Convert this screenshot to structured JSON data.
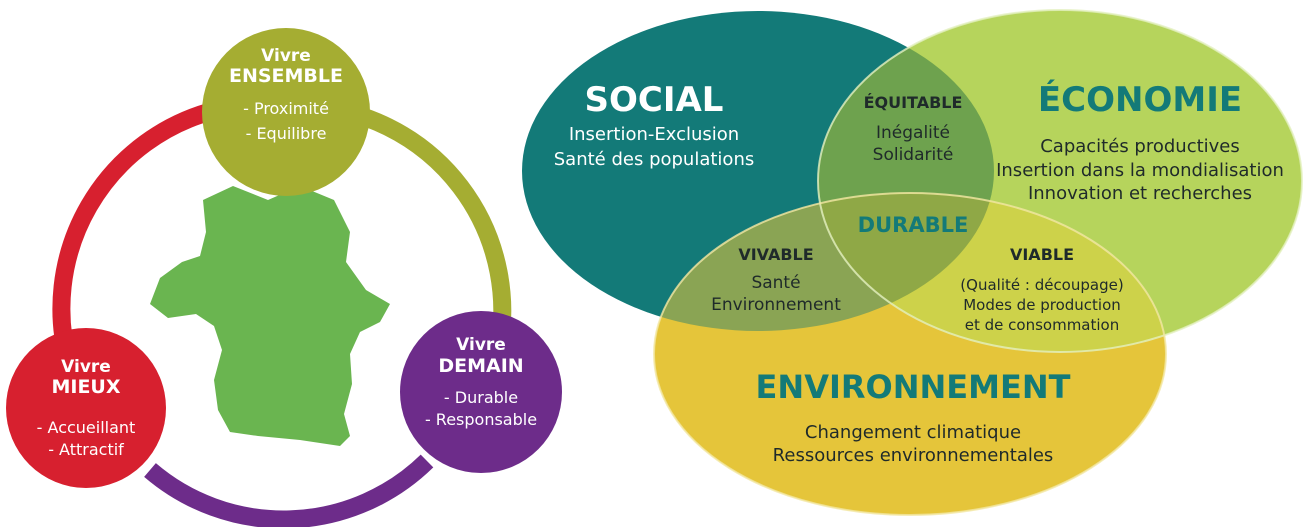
{
  "left": {
    "top_circle": {
      "line1": "Vivre",
      "line2": "ENSEMBLE",
      "item1": "- Proximité",
      "item2": "- Equilibre"
    },
    "left_circle": {
      "line1": "Vivre",
      "line2": "MIEUX",
      "item1": "- Accueillant",
      "item2": "- Attractif"
    },
    "right_circle": {
      "line1": "Vivre",
      "line2": "DEMAIN",
      "item1": "- Durable",
      "item2": "- Responsable"
    },
    "map_icon": "territory-map-icon",
    "colors": {
      "olive": "#a5ad32",
      "red": "#d7202f",
      "purple": "#6d2c8a",
      "map_green": "#6ab550"
    }
  },
  "venn": {
    "social": {
      "title": "SOCIAL",
      "line1": "Insertion-Exclusion",
      "line2": "Santé des populations"
    },
    "economie": {
      "title": "ÉCONOMIE",
      "line1": "Capacités productives",
      "line2": "Insertion dans la mondialisation",
      "line3": "Innovation et recherches"
    },
    "environnement": {
      "title": "ENVIRONNEMENT",
      "line1": "Changement climatique",
      "line2": "Ressources environnementales"
    },
    "equitable": {
      "title": "ÉQUITABLE",
      "line1": "Inégalité",
      "line2": "Solidarité"
    },
    "vivable": {
      "title": "VIVABLE",
      "line1": "Santé",
      "line2": "Environnement"
    },
    "viable": {
      "title": "VIABLE",
      "line1": "(Qualité : découpage)",
      "line2": "Modes de production",
      "line3": "et de consommation"
    },
    "center": {
      "title": "DURABLE"
    },
    "colors": {
      "social": "#137a78",
      "economie": "#b6d45c",
      "environnement": "#e5c53a"
    }
  }
}
